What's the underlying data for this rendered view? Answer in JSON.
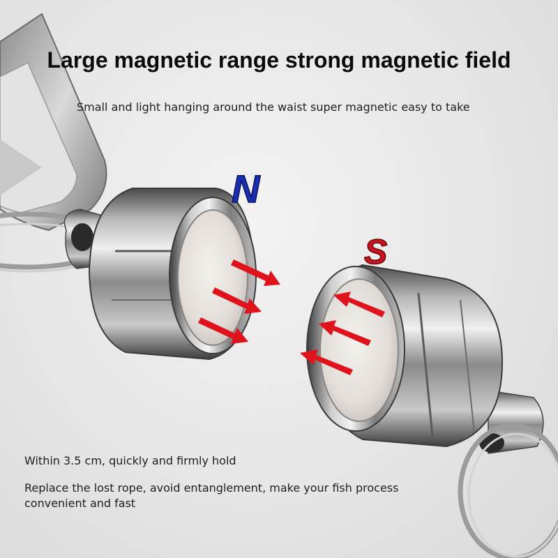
{
  "headline": "Large magnetic range strong magnetic field",
  "subline": "Small and light hanging around the waist super magnetic easy to take",
  "poles": {
    "north": "N",
    "south": "S"
  },
  "notes": [
    "Within 3.5 cm, quickly and firmly hold",
    "Replace the lost rope, avoid entanglement, make your fish process convenient and fast"
  ],
  "colors": {
    "north_letter": "#1a2fb0",
    "south_letter": "#c8141e",
    "arrow": "#e0121c",
    "headline": "#0b0b0b"
  }
}
